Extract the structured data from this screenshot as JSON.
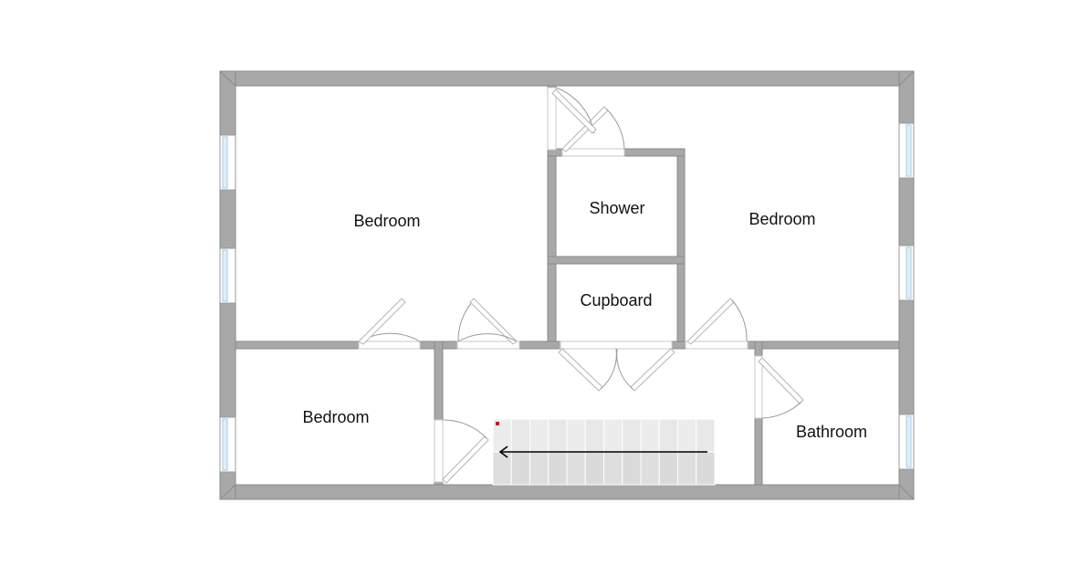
{
  "floorplan": {
    "rooms": [
      {
        "id": "bedroom-1",
        "label": "Bedroom"
      },
      {
        "id": "shower",
        "label": "Shower"
      },
      {
        "id": "bedroom-2",
        "label": "Bedroom"
      },
      {
        "id": "cupboard",
        "label": "Cupboard"
      },
      {
        "id": "bedroom-3",
        "label": "Bedroom"
      },
      {
        "id": "bathroom",
        "label": "Bathroom"
      }
    ]
  },
  "colors": {
    "wall": "#a8a8a8",
    "window_glass": "#dff0fb",
    "stair_marker": "#e00000"
  }
}
